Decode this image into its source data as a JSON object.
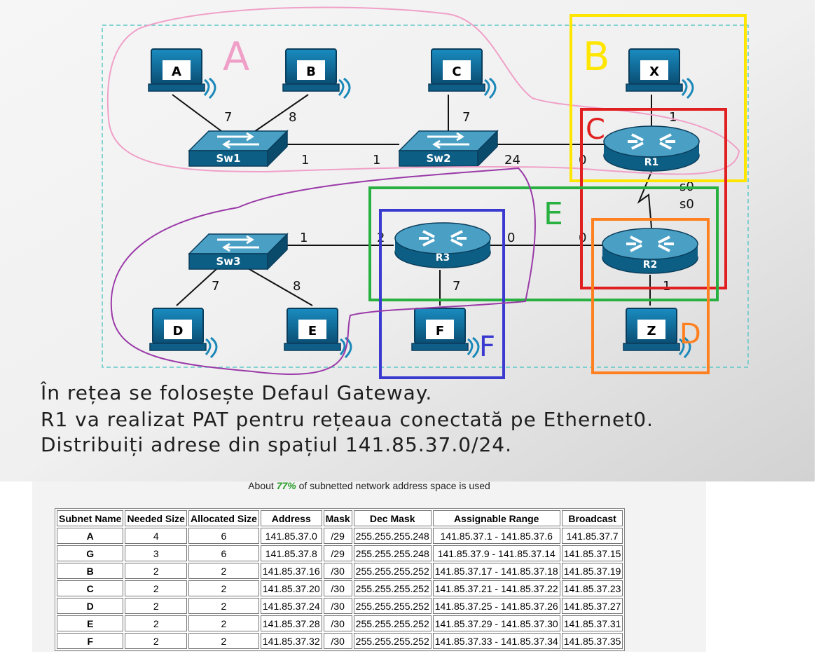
{
  "diagram": {
    "pcs": [
      "A",
      "B",
      "C",
      "X",
      "D",
      "E",
      "F",
      "Z"
    ],
    "switches": [
      "Sw1",
      "Sw2",
      "Sw3"
    ],
    "routers": [
      "R1",
      "R2",
      "R3"
    ],
    "link_labels": {
      "a_sw1": "7",
      "b_sw1": "8",
      "c_sw2": "7",
      "x_r1": "1",
      "sw1_sw2_left": "1",
      "sw1_sw2_right": "1",
      "sw2_r1_left": "24",
      "sw2_r1_right": "0",
      "r1_serial": "s0",
      "r2_serial": "s0",
      "sw3_r3_left": "1",
      "sw3_r3_right": "2",
      "r3_r2_left": "0",
      "r3_r2_right": "0",
      "sw3_d": "7",
      "sw3_e": "8",
      "r3_f": "7",
      "r2_z": "1"
    },
    "annotations": [
      {
        "text": "A",
        "color": "#f0a0c8"
      },
      {
        "text": "B",
        "color": "#ffe600"
      },
      {
        "text": "C",
        "color": "#e02020"
      },
      {
        "text": "E",
        "color": "#28b040"
      },
      {
        "text": "F",
        "color": "#3a3ad0"
      },
      {
        "text": "D",
        "color": "#ff8020"
      }
    ]
  },
  "instructions": [
    "În rețea se folosește Defaul Gateway.",
    "R1 va realizat PAT pentru rețeaua conectată pe Ethernet0.",
    "Distribuiți adrese din spațiul 141.85.37.0/24."
  ],
  "usage": {
    "prefix": "About ",
    "percent": "77%",
    "suffix": " of subnetted network address space is used"
  },
  "table": {
    "headers": [
      "Subnet Name",
      "Needed Size",
      "Allocated Size",
      "Address",
      "Mask",
      "Dec Mask",
      "Assignable Range",
      "Broadcast"
    ],
    "rows": [
      [
        "A",
        "4",
        "6",
        "141.85.37.0",
        "/29",
        "255.255.255.248",
        "141.85.37.1 - 141.85.37.6",
        "141.85.37.7"
      ],
      [
        "G",
        "3",
        "6",
        "141.85.37.8",
        "/29",
        "255.255.255.248",
        "141.85.37.9 - 141.85.37.14",
        "141.85.37.15"
      ],
      [
        "B",
        "2",
        "2",
        "141.85.37.16",
        "/30",
        "255.255.255.252",
        "141.85.37.17 - 141.85.37.18",
        "141.85.37.19"
      ],
      [
        "C",
        "2",
        "2",
        "141.85.37.20",
        "/30",
        "255.255.255.252",
        "141.85.37.21 - 141.85.37.22",
        "141.85.37.23"
      ],
      [
        "D",
        "2",
        "2",
        "141.85.37.24",
        "/30",
        "255.255.255.252",
        "141.85.37.25 - 141.85.37.26",
        "141.85.37.27"
      ],
      [
        "E",
        "2",
        "2",
        "141.85.37.28",
        "/30",
        "255.255.255.252",
        "141.85.37.29 - 141.85.37.30",
        "141.85.37.31"
      ],
      [
        "F",
        "2",
        "2",
        "141.85.37.32",
        "/30",
        "255.255.255.252",
        "141.85.37.33 - 141.85.37.34",
        "141.85.37.35"
      ]
    ]
  }
}
